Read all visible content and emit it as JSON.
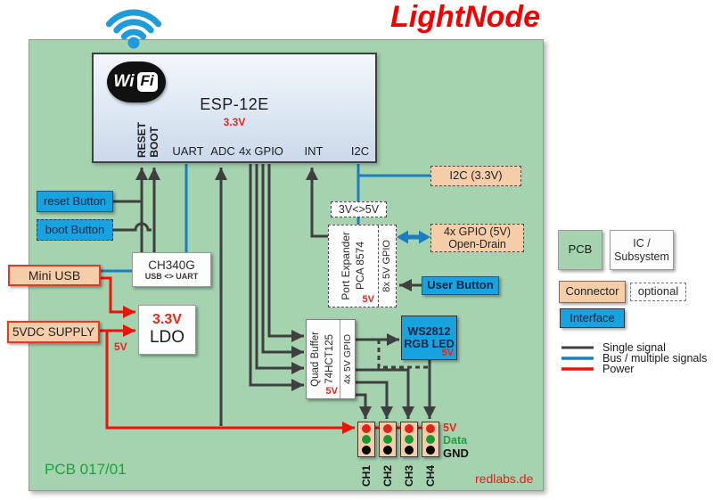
{
  "header": {
    "title": "LightNode"
  },
  "wifi_logo": {
    "wi": "Wi",
    "fi": "Fi"
  },
  "esp": {
    "name": "ESP-12E",
    "voltage": "3.3V",
    "pins": {
      "reset": "RESET",
      "boot": "BOOT",
      "uart": "UART",
      "adc": "ADC",
      "gpio": "4x GPIO",
      "int": "INT",
      "i2c": "I2C"
    }
  },
  "blocks": {
    "reset_button": "reset Button",
    "boot_button": "boot Button",
    "mini_usb": "Mini USB",
    "supply": "5VDC SUPPLY",
    "ch340g_name": "CH340G",
    "ch340g_sub": "USB <> UART",
    "ldo_voltage": "3.3V",
    "ldo_name": "LDO",
    "level_shifter": "3V<>5V",
    "port_expander_line1": "Port Expander",
    "port_expander_line2": "PCA 8574",
    "port_expander_col": "8x 5V GPIO",
    "port_expander_v": "5V",
    "i2c_33": "I2C (3.3V)",
    "gpio_od_line1": "4x GPIO (5V)",
    "gpio_od_line2": "Open-Drain",
    "user_button": "User Button",
    "quad_buffer_line1": "Quad Buffer",
    "quad_buffer_line2": "74HCT125",
    "quad_buffer_col": "4x 5V GPIO",
    "quad_buffer_v": "5V",
    "ws2812_line1": "WS2812",
    "ws2812_line2": "RGB LED",
    "ws2812_v": "5V",
    "trunk_v": "5V"
  },
  "connectors": {
    "channels": [
      "CH1",
      "CH2",
      "CH3",
      "CH4"
    ],
    "row_labels": {
      "power": "5V",
      "data": "Data",
      "gnd": "GND"
    }
  },
  "legend": {
    "pcb": "PCB",
    "ic_line1": "IC /",
    "ic_line2": "Subsystem",
    "connector": "Connector",
    "optional": "optional",
    "interface": "Interface",
    "single": "Single signal",
    "bus": "Bus / multiple signals",
    "power": "Power"
  },
  "footer": {
    "pcb_id": "PCB 017/01",
    "brand": "redlabs.de"
  },
  "colors": {
    "pcb_green": "#a5d2af",
    "interface_blue": "#17a2e0",
    "connector_peach": "#f5cda9",
    "signal_dark": "#3f3f3f",
    "bus_blue": "#1b7dc2",
    "power_red": "#ec1309",
    "title_red": "#f40000",
    "data_green": "#21a03c"
  }
}
